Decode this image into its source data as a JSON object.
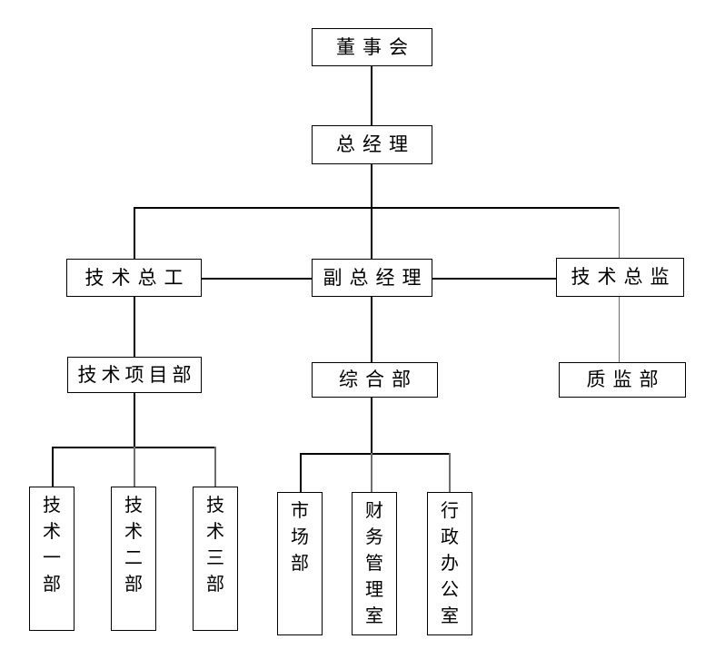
{
  "page": {
    "background": "#ffffff",
    "text_color": "#000000"
  },
  "org_chart": {
    "type": "organization-tree",
    "nodes": {
      "board": "董事会",
      "general_manager": "总经理",
      "chief_engineer": "技术总工",
      "deputy_general_manager": "副总经理",
      "technical_director": "技术总监",
      "tech_project_dept": "技术项目部",
      "general_dept": "综合部",
      "quality_supervision_dept": "质监部",
      "tech_dept_1": "技术一部",
      "tech_dept_2": "技术二部",
      "tech_dept_3": "技术三部",
      "market_dept": "市场部",
      "finance_management_office": "财务管理室",
      "admin_office": "行政办公室"
    },
    "edges": [
      [
        "board",
        "general_manager"
      ],
      [
        "general_manager",
        "chief_engineer"
      ],
      [
        "general_manager",
        "deputy_general_manager"
      ],
      [
        "general_manager",
        "technical_director"
      ],
      [
        "chief_engineer",
        "tech_project_dept"
      ],
      [
        "deputy_general_manager",
        "general_dept"
      ],
      [
        "technical_director",
        "quality_supervision_dept"
      ],
      [
        "tech_project_dept",
        "tech_dept_1"
      ],
      [
        "tech_project_dept",
        "tech_dept_2"
      ],
      [
        "tech_project_dept",
        "tech_dept_3"
      ],
      [
        "general_dept",
        "market_dept"
      ],
      [
        "general_dept",
        "finance_management_office"
      ],
      [
        "general_dept",
        "admin_office"
      ]
    ],
    "colors": {
      "box_border": "#000000",
      "box_fill": "#ffffff",
      "connector": "#000000",
      "connector_secondary": "#6e6e6e",
      "text": "#000000"
    }
  }
}
